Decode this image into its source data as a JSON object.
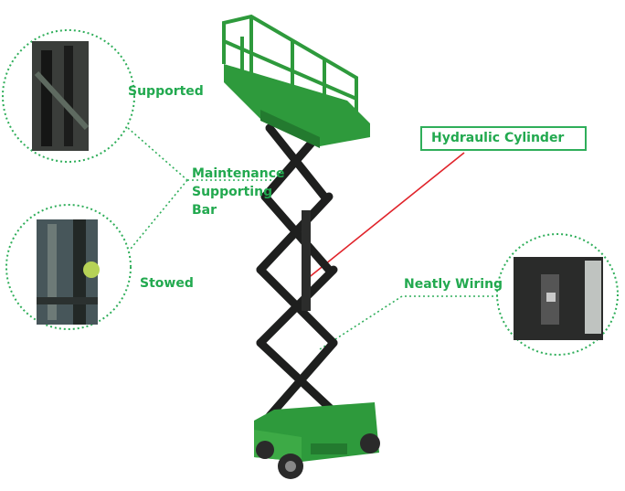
{
  "labels": {
    "supported": "Supported",
    "maintenance_line1": "Maintenance",
    "maintenance_line2": "Supporting",
    "maintenance_line3": "Bar",
    "stowed": "Stowed",
    "hydraulic_cylinder": "Hydraulic Cylinder",
    "neatly_wiring": "Neatly Wiring"
  },
  "colors": {
    "label_green": "#22a94f",
    "machine_green": "#2e9a3c",
    "arm_black": "#1e1f1e",
    "pointer_red": "#e0232a",
    "dotted_green": "#2fae5a"
  }
}
